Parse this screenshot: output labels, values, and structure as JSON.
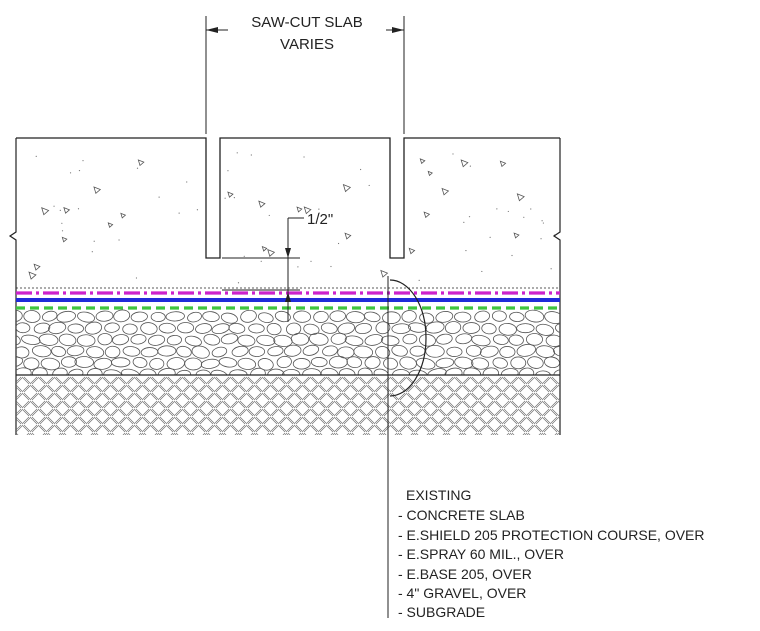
{
  "header": {
    "line1": "SAW-CUT SLAB",
    "line2": "VARIES"
  },
  "dimension": {
    "text": "1/2\""
  },
  "notes": {
    "title": "EXISTING",
    "items": [
      "- CONCRETE SLAB",
      "- E.SHIELD 205 PROTECTION COURSE, OVER",
      "- E.SPRAY 60 MIL., OVER",
      "- E.BASE 205, OVER",
      "- 4\" GRAVEL, OVER",
      "- SUBGRADE"
    ]
  },
  "layer_colors": {
    "protection_course": "#cc22cc",
    "membrane": "#1f2bd9",
    "base": "#3fc43f",
    "linework": "#222222"
  }
}
